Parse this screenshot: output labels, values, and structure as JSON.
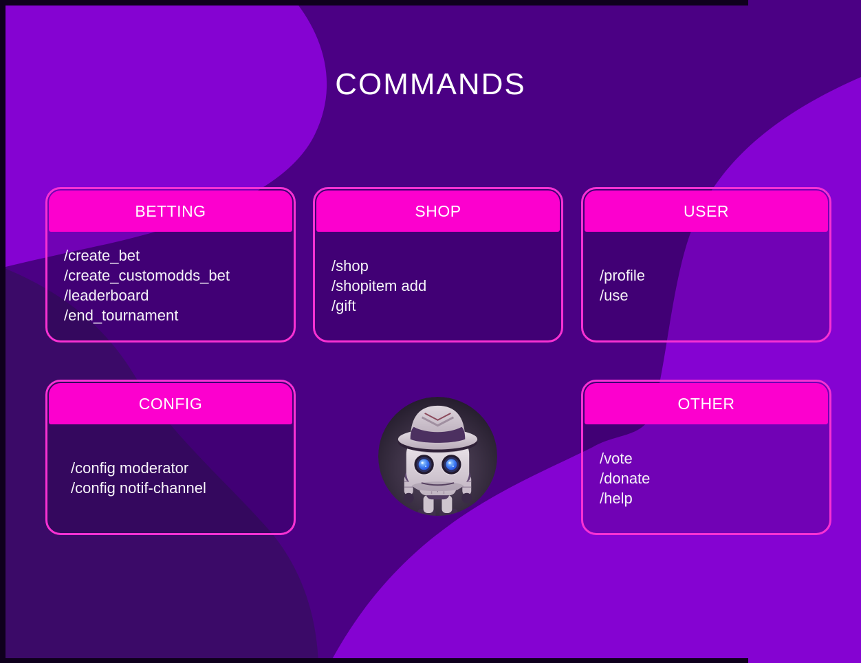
{
  "title": "COMMANDS",
  "theme": {
    "background": "#4B0084",
    "blob_light": "#8503D2",
    "blob_dark": "#3B0A68",
    "header_pink": "#FC00CE",
    "border_pink": "#F831D3",
    "text_white": "#FFFFFF",
    "edge_dark": "#0F001D"
  },
  "cards": [
    {
      "id": "betting",
      "label": "BETTING",
      "commands": [
        "/create_bet",
        "/create_customodds_bet",
        "/leaderboard",
        "/end_tournament"
      ]
    },
    {
      "id": "shop",
      "label": "SHOP",
      "commands": [
        "/shop",
        "/shopitem add",
        "/gift"
      ]
    },
    {
      "id": "user",
      "label": "USER",
      "commands": [
        "/profile",
        "/use"
      ]
    },
    {
      "id": "config",
      "label": "CONFIG",
      "commands": [
        "/config moderator",
        "/config notif-channel"
      ]
    },
    {
      "id": "other",
      "label": "OTHER",
      "commands": [
        "/vote",
        "/donate",
        "/help"
      ]
    }
  ],
  "avatar": {
    "alt": "robot-bot-avatar"
  }
}
